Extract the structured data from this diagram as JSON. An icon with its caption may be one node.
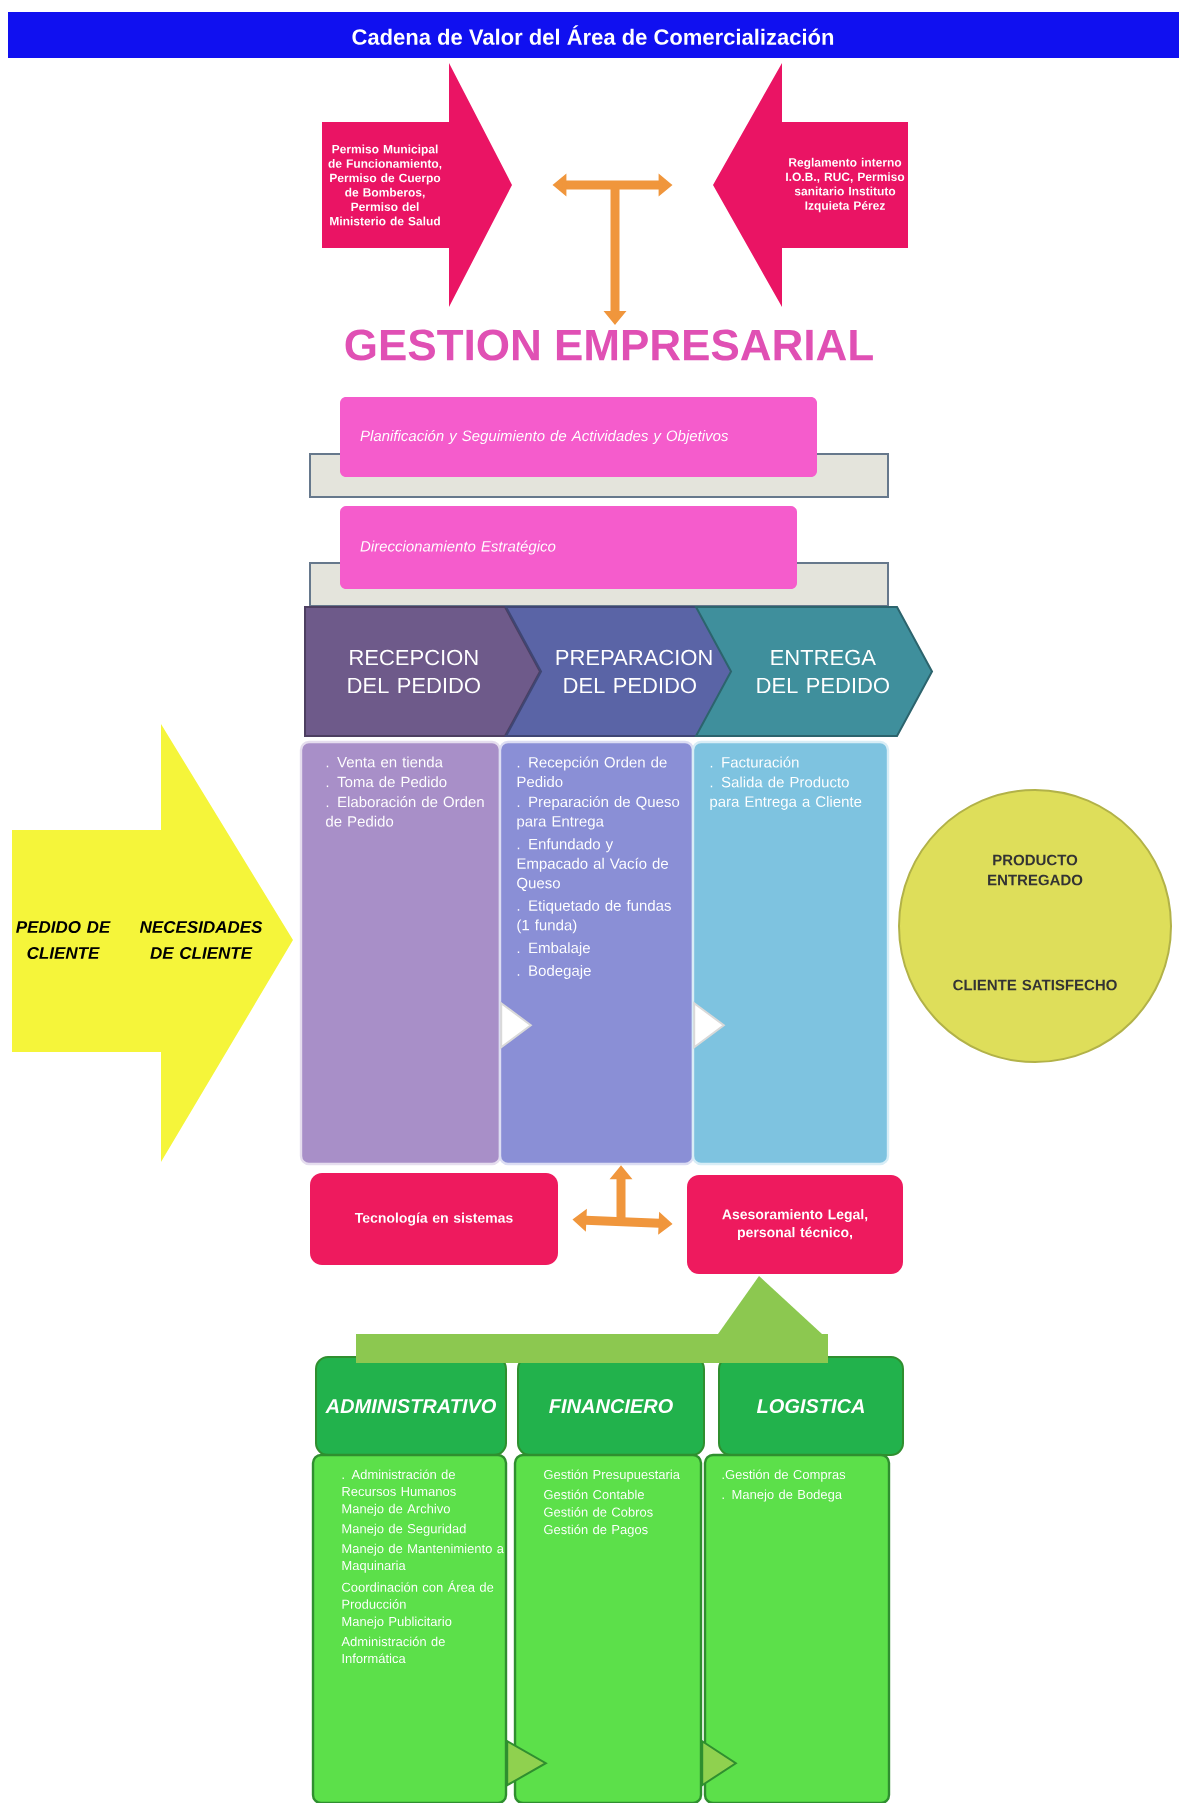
{
  "diagram": {
    "title": "Cadena de Valor del Área de Comercialización",
    "nodes": [
      {
        "text": [
          "Permiso Municipal de Funcionamiento, Permiso de Cuerpo de Bomberos, Permiso del Ministerio de Salud"
        ]
      },
      {
        "text": [
          "Reglamento interno I.O.B., RUC, Permiso sanitario Instituto Izquieta Pérez"
        ]
      },
      {
        "text": [
          "GESTION EMPRESARIAL"
        ]
      },
      {
        "text": [
          "Planificación y Seguimiento de Actividades y Objetivos"
        ]
      },
      {
        "text": [
          "Direccionamiento Estratégico"
        ]
      },
      {
        "text": [
          "RECEPCION DEL PEDIDO"
        ]
      },
      {
        "text": [
          "PREPARACION DEL PEDIDO"
        ]
      },
      {
        "text": [
          "ENTREGA DEL PEDIDO"
        ]
      },
      {
        "text": [
          ". Venta en tienda",
          ". Toma de Pedido",
          ". Elaboración de Orden de Pedido"
        ]
      },
      {
        "text": [
          ". Recepción Orden de Pedido",
          ". Preparación de Queso para Entrega",
          ". Enfundado y Empacado al Vacío de Queso",
          ". Etiquetado de fundas (1 funda)",
          ". Embalaje",
          ". Bodegaje"
        ]
      },
      {
        "text": [
          ". Facturación",
          ". Salida de Producto para Entrega a Cliente"
        ]
      },
      {
        "text": [
          "PEDIDO DE CLIENTE",
          "NECESIDADES DE CLIENTE"
        ]
      },
      {
        "text": [
          "PRODUCTO ENTREGADO",
          "CLIENTE SATISFECHO"
        ]
      },
      {
        "text": [
          "Tecnología en sistemas"
        ]
      },
      {
        "text": [
          "Asesoramiento Legal, personal técnico,"
        ]
      },
      {
        "text": [],
        "shape": "bar"
      },
      {
        "text": [
          "ADMINISTRATIVO"
        ]
      },
      {
        "text": [
          "FINANCIERO"
        ]
      },
      {
        "text": [
          "LOGISTICA"
        ]
      },
      {
        "text": [
          ". Administración de Recursos Humanos",
          "Manejo de Archivo",
          "Manejo de Seguridad",
          "Manejo de Mantenimiento a Maquinaria",
          "Coordinación con Área de Producción",
          "Manejo Publicitario",
          "Administración de Informática"
        ]
      },
      {
        "text": [
          "Gestión Presupuestaria",
          "Gestión Contable",
          "Gestión de Cobros",
          "Gestión de Pagos"
        ]
      },
      {
        "text": [
          ".Gestión de Compras",
          ". Manejo de Bodega"
        ]
      },
      {
        "text": [],
        "shape": "bar"
      },
      {
        "text": [],
        "shape": "bar"
      }
    ],
    "edges": [
      {
        "from": 0,
        "to": 1,
        "arrow": "both"
      },
      {
        "from": null,
        "to": 2,
        "arrow": "to"
      },
      {
        "from": 8,
        "to": 9,
        "arrow": "to",
        "color": "#ffffff"
      },
      {
        "from": 9,
        "to": 10,
        "arrow": "to",
        "color": "#ffffff"
      },
      {
        "from": null,
        "to": 9,
        "arrow": "to"
      },
      {
        "from": 13,
        "to": 14,
        "arrow": "both"
      },
      {
        "from": 19,
        "to": 20,
        "arrow": "to",
        "color": "#8fd14f"
      },
      {
        "from": 20,
        "to": 21,
        "arrow": "to",
        "color": "#8fd14f"
      }
    ]
  }
}
